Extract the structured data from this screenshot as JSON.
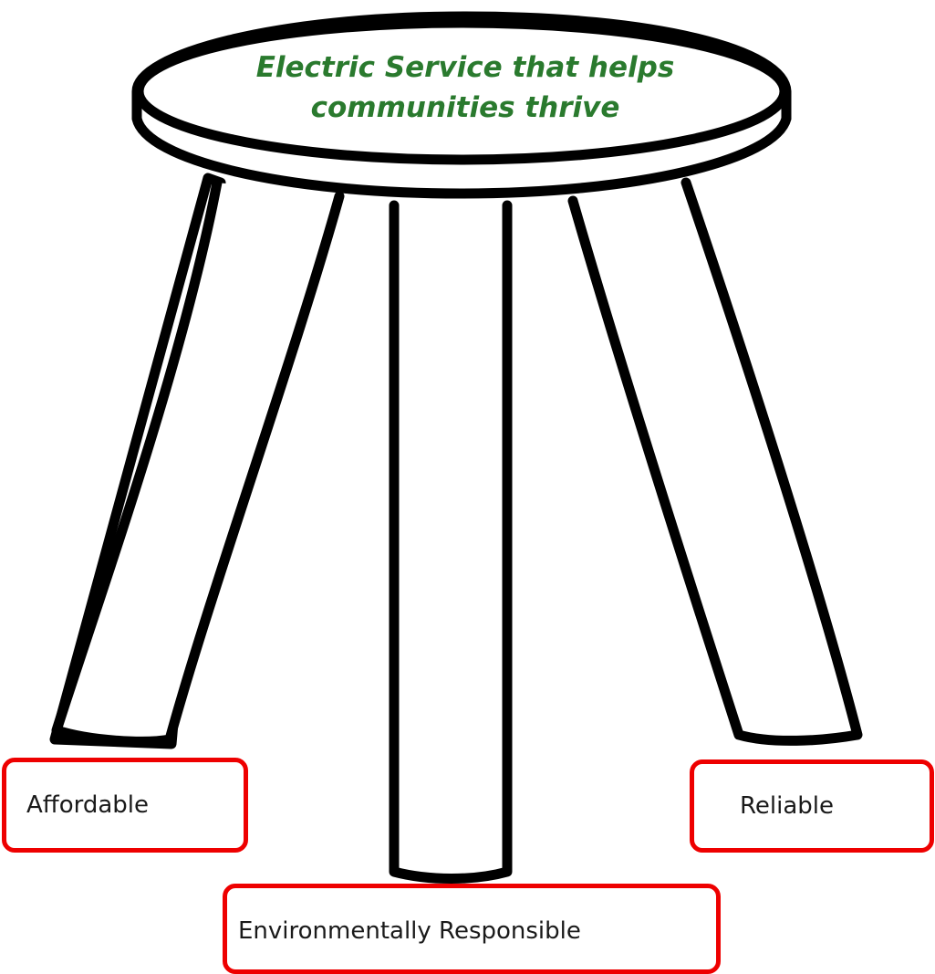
{
  "seat": {
    "line1": "Electric Service that helps",
    "line2": "communities thrive"
  },
  "pillars": {
    "left": "Affordable",
    "middle": "Environmentally Responsible",
    "right": "Reliable"
  },
  "colors": {
    "title_green": "#2a7a2e",
    "box_red": "#ee0000",
    "outline": "#000000"
  }
}
